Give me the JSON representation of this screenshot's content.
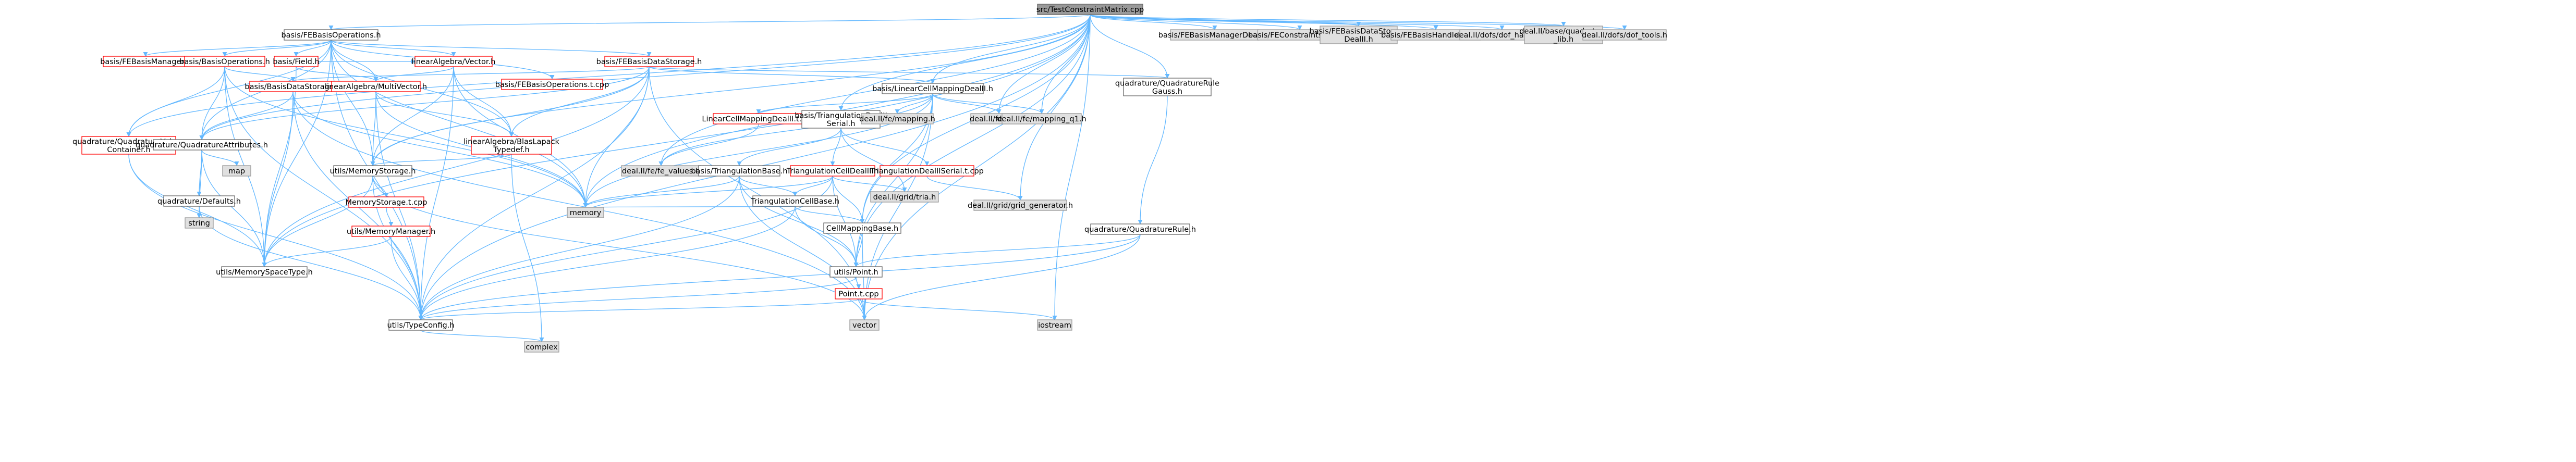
{
  "graph": {
    "colors": {
      "edge": "#63b8ff",
      "focus_fill": "#999999",
      "external_fill": "#e0e0e0",
      "local_stroke": "#666666",
      "local_red_stroke": "#ff0000",
      "external_stroke": "#999999",
      "fill": "#ffffff"
    },
    "nodes": [
      {
        "id": "root",
        "lines": [
          "src/TestConstraintMatrix.cpp"
        ],
        "style": "focus"
      },
      {
        "id": "feops",
        "lines": [
          "basis/FEBasisOperations.h"
        ],
        "style": "local"
      },
      {
        "id": "fecon",
        "lines": [
          "basis/FEBasisManagerDealII.h"
        ],
        "style": "external"
      },
      {
        "id": "fecdeal",
        "lines": [
          "basis/FEConstraintsDealII.h"
        ],
        "style": "external"
      },
      {
        "id": "fedsdeal",
        "lines": [
          "basis/FEBasisDataStorage",
          "DealII.h"
        ],
        "style": "external"
      },
      {
        "id": "fehdeal",
        "lines": [
          "basis/FEBasisHandlerDealII.h"
        ],
        "style": "external"
      },
      {
        "id": "dofh",
        "lines": [
          "deal.II/dofs/dof_handler.h"
        ],
        "style": "external"
      },
      {
        "id": "quadlib",
        "lines": [
          "deal.II/base/quadrature",
          "_lib.h"
        ],
        "style": "external"
      },
      {
        "id": "doftools",
        "lines": [
          "deal.II/dofs/dof_tools.h"
        ],
        "style": "external"
      },
      {
        "id": "femgr",
        "lines": [
          "basis/FEBasisManager.h"
        ],
        "style": "red"
      },
      {
        "id": "bops",
        "lines": [
          "basis/BasisOperations.h"
        ],
        "style": "red"
      },
      {
        "id": "field",
        "lines": [
          "basis/Field.h"
        ],
        "style": "red"
      },
      {
        "id": "lavec",
        "lines": [
          "linearAlgebra/Vector.h"
        ],
        "style": "red"
      },
      {
        "id": "feopst",
        "lines": [
          "basis/FEBasisOperations.t.cpp"
        ],
        "style": "red"
      },
      {
        "id": "feds",
        "lines": [
          "basis/FEBasisDataStorage.h"
        ],
        "style": "red"
      },
      {
        "id": "lcmdeal",
        "lines": [
          "basis/LinearCellMappingDealII.h"
        ],
        "style": "local"
      },
      {
        "id": "qgauss",
        "lines": [
          "quadrature/QuadratureRule",
          "Gauss.h"
        ],
        "style": "local"
      },
      {
        "id": "bds",
        "lines": [
          "basis/BasisDataStorage.h"
        ],
        "style": "red"
      },
      {
        "id": "lamv",
        "lines": [
          "linearAlgebra/MultiVector.h"
        ],
        "style": "red"
      },
      {
        "id": "qvc",
        "lines": [
          "quadrature/QuadratureValues",
          "Container.h"
        ],
        "style": "red"
      },
      {
        "id": "qattr",
        "lines": [
          "quadrature/QuadratureAttributes.h"
        ],
        "style": "local"
      },
      {
        "id": "blas",
        "lines": [
          "linearAlgebra/BlasLapack",
          "Typedef.h"
        ],
        "style": "red"
      },
      {
        "id": "lcmt",
        "lines": [
          "LinearCellMappingDealII.t.cpp"
        ],
        "style": "red"
      },
      {
        "id": "tridealser",
        "lines": [
          "basis/TriangulationDealII",
          "Serial.h"
        ],
        "style": "local"
      },
      {
        "id": "femapping",
        "lines": [
          "deal.II/fe/mapping.h"
        ],
        "style": "external"
      },
      {
        "id": "feq",
        "lines": [
          "deal.II/fe/fe_q.h"
        ],
        "style": "external"
      },
      {
        "id": "mapq1",
        "lines": [
          "deal.II/fe/mapping_q1.h"
        ],
        "style": "external"
      },
      {
        "id": "mem",
        "lines": [
          "utils/MemoryStorage.h"
        ],
        "style": "local"
      },
      {
        "id": "map",
        "lines": [
          "map"
        ],
        "style": "external"
      },
      {
        "id": "qdefs",
        "lines": [
          "quadrature/Defaults.h"
        ],
        "style": "local"
      },
      {
        "id": "fevals",
        "lines": [
          "deal.II/fe/fe_values.h"
        ],
        "style": "external"
      },
      {
        "id": "tribase",
        "lines": [
          "basis/TriangulationBase.h"
        ],
        "style": "local"
      },
      {
        "id": "tricelldeal",
        "lines": [
          "TriangulationCellDealII.h"
        ],
        "style": "red"
      },
      {
        "id": "tridealsert",
        "lines": [
          "TriangulationDealIISerial.t.cpp"
        ],
        "style": "red"
      },
      {
        "id": "string",
        "lines": [
          "string"
        ],
        "style": "external"
      },
      {
        "id": "memt",
        "lines": [
          "MemoryStorage.t.cpp"
        ],
        "style": "red"
      },
      {
        "id": "tricellbase",
        "lines": [
          "TriangulationCellBase.h"
        ],
        "style": "local"
      },
      {
        "id": "gridtria",
        "lines": [
          "deal.II/grid/tria.h"
        ],
        "style": "external"
      },
      {
        "id": "gridgen",
        "lines": [
          "deal.II/grid/grid_generator.h"
        ],
        "style": "external"
      },
      {
        "id": "memory",
        "lines": [
          "memory"
        ],
        "style": "external"
      },
      {
        "id": "memmgr",
        "lines": [
          "utils/MemoryManager.h"
        ],
        "style": "red"
      },
      {
        "id": "cellmap",
        "lines": [
          "CellMappingBase.h"
        ],
        "style": "local"
      },
      {
        "id": "qrule",
        "lines": [
          "quadrature/QuadratureRule.h"
        ],
        "style": "local"
      },
      {
        "id": "memspace",
        "lines": [
          "utils/MemorySpaceType.h"
        ],
        "style": "local"
      },
      {
        "id": "point",
        "lines": [
          "utils/Point.h"
        ],
        "style": "local"
      },
      {
        "id": "pointt",
        "lines": [
          "Point.t.cpp"
        ],
        "style": "red"
      },
      {
        "id": "typecfg",
        "lines": [
          "utils/TypeConfig.h"
        ],
        "style": "local"
      },
      {
        "id": "vector",
        "lines": [
          "vector"
        ],
        "style": "external"
      },
      {
        "id": "iostream",
        "lines": [
          "iostream"
        ],
        "style": "external"
      },
      {
        "id": "complex",
        "lines": [
          "complex"
        ],
        "style": "external"
      }
    ]
  }
}
